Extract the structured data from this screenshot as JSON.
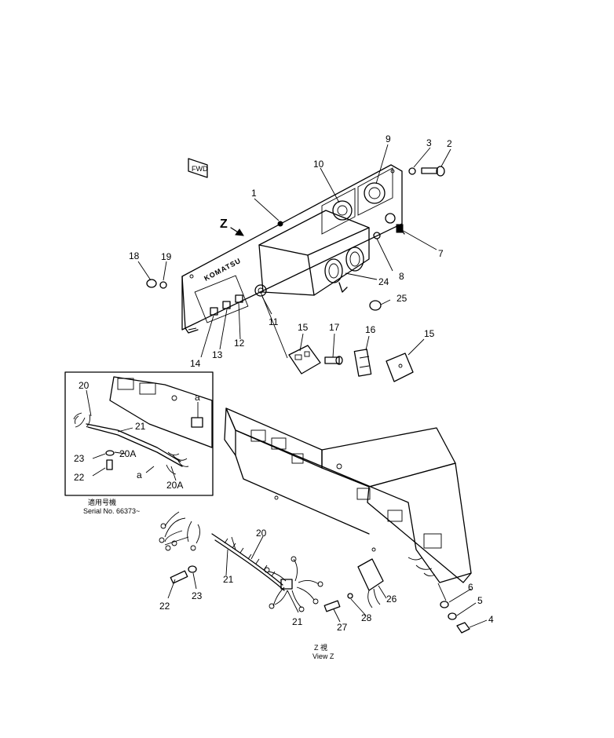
{
  "labels": {
    "p1": "1",
    "p2": "2",
    "p3": "3",
    "p4": "4",
    "p5": "5",
    "p6": "6",
    "p7": "7",
    "p8": "8",
    "p9": "9",
    "p10": "10",
    "p11": "11",
    "p12": "12",
    "p13": "13",
    "p14": "14",
    "p15a": "15",
    "p15b": "15",
    "p16": "16",
    "p17": "17",
    "p18": "18",
    "p19": "19",
    "p20a": "20",
    "p20b": "20",
    "p20A1": "20A",
    "p20A2": "20A",
    "p21a": "21",
    "p21b": "21",
    "p21c": "21",
    "p22a": "22",
    "p22b": "22",
    "p23a": "23",
    "p23b": "23",
    "p24": "24",
    "p25": "25",
    "p26": "26",
    "p27": "27",
    "p28": "28"
  },
  "view_arrow": "Z",
  "fwd_tag": "FWD",
  "brand": "KOMATSU",
  "detail_marks": {
    "a1": "a",
    "a2": "a"
  },
  "serial_jp": "適用号機",
  "serial_en": "Serial No. 66373~",
  "view_jp": "Z 視",
  "view_en": "View Z"
}
